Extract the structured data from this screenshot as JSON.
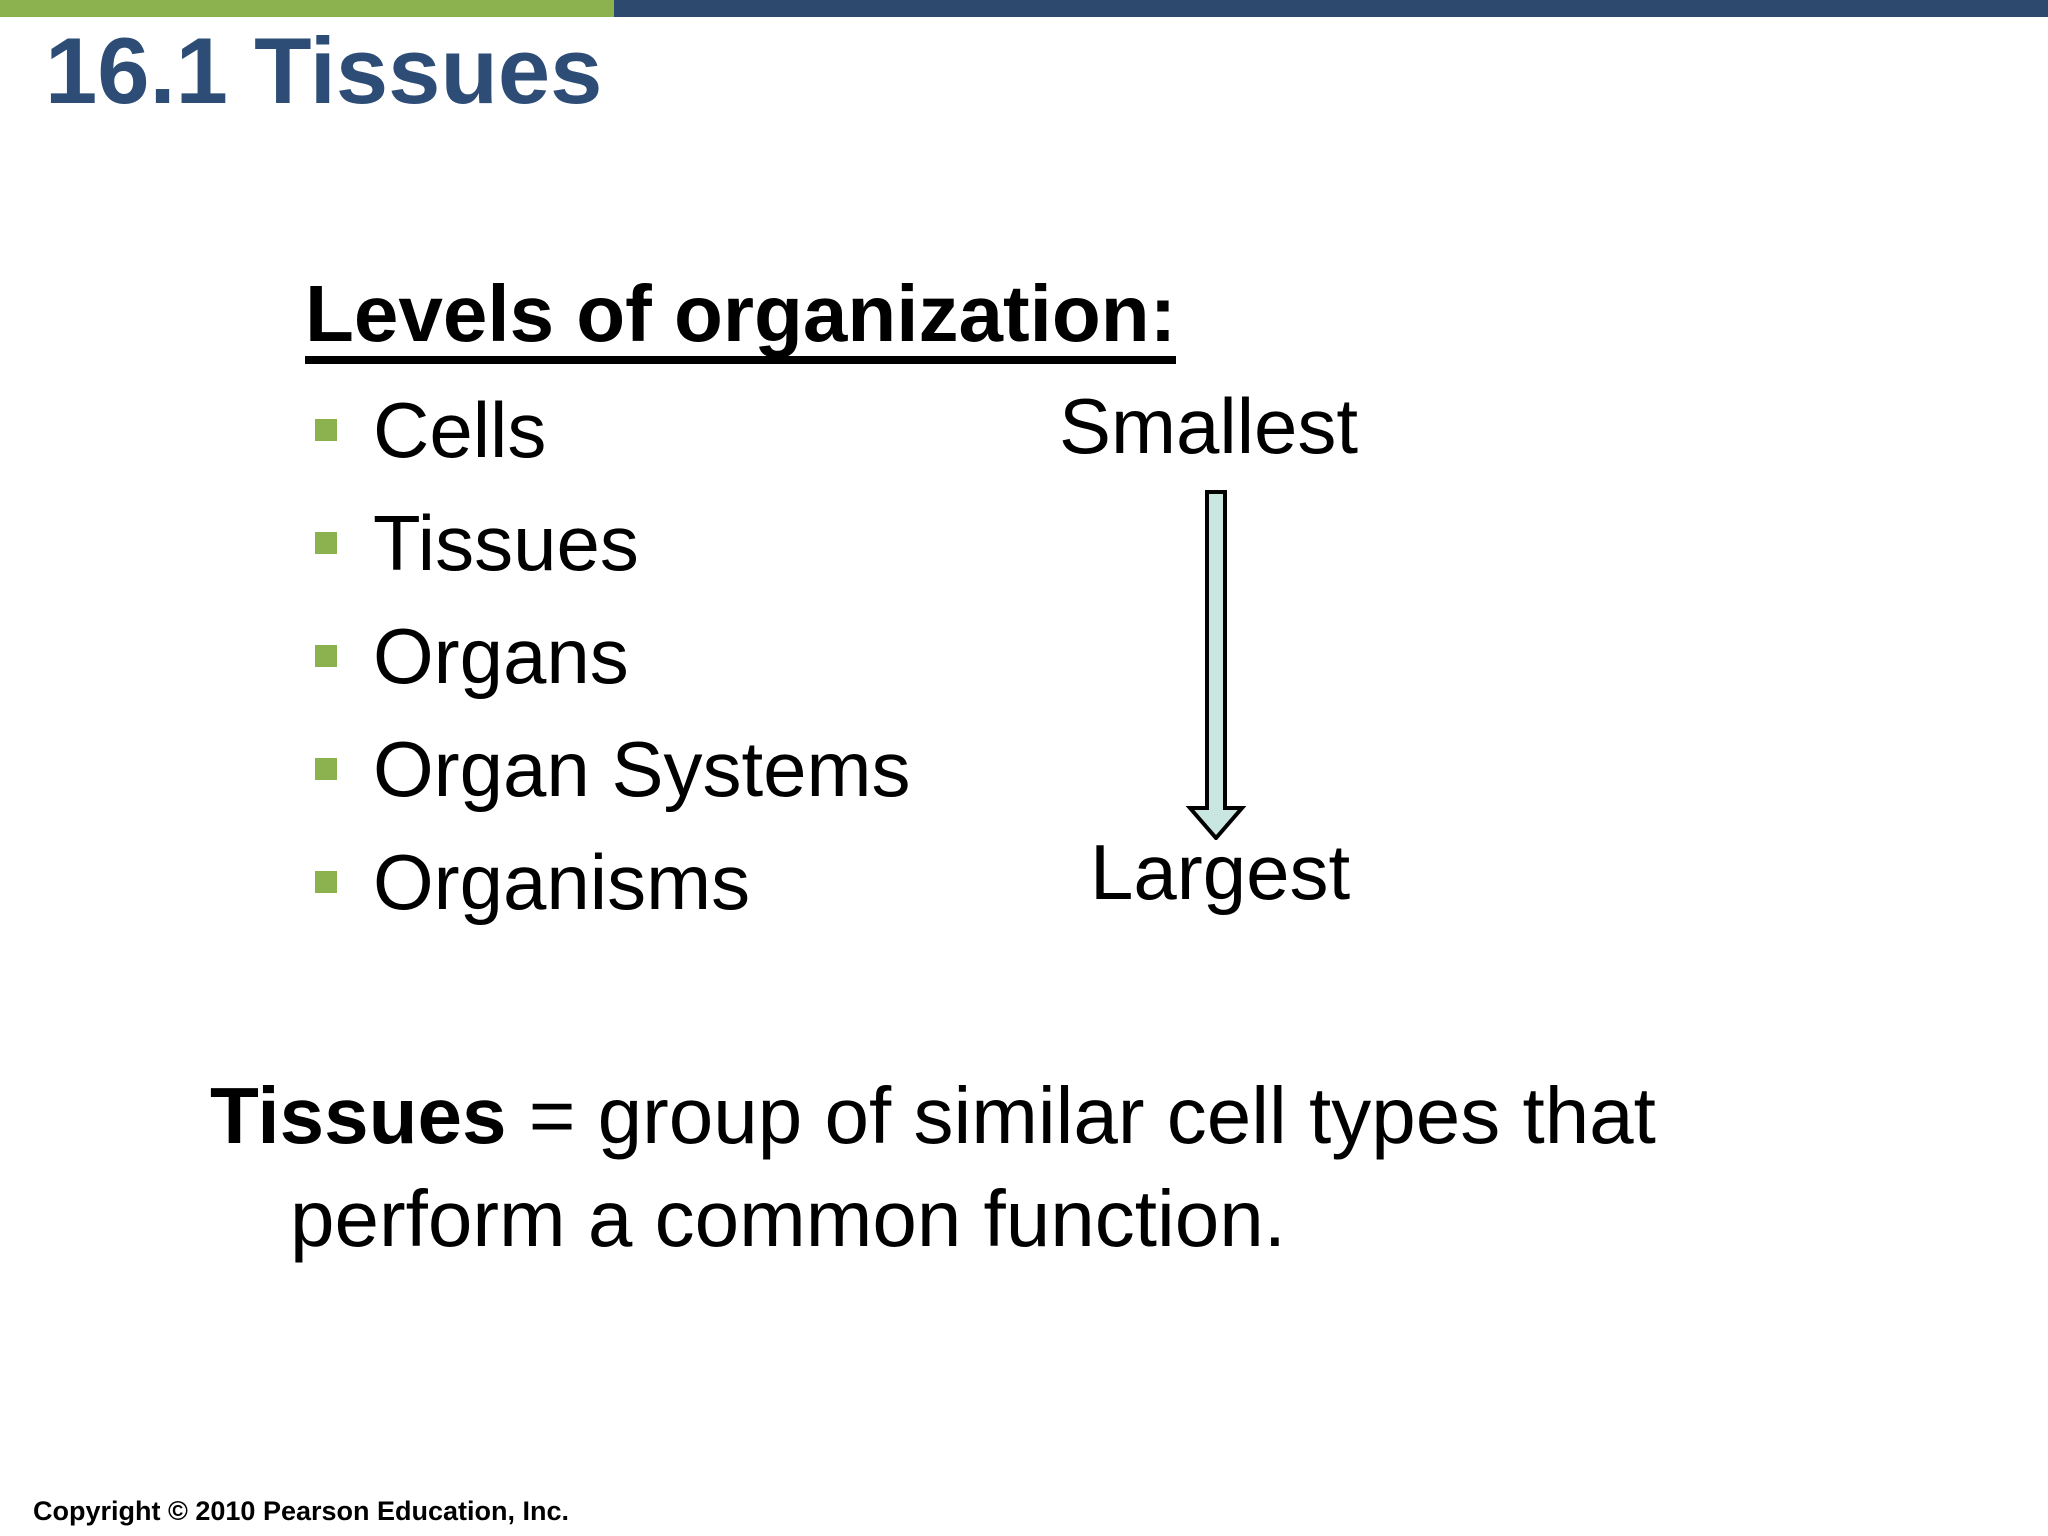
{
  "colors": {
    "accent_green": "#8cb14f",
    "bar_navy": "#2d4a6e",
    "title_navy": "#2e4d76",
    "arrow_fill": "#c9e6e1",
    "text_color": "#000000"
  },
  "header": {
    "title": "16.1 Tissues"
  },
  "content": {
    "heading": "Levels of organization:",
    "list": {
      "items": [
        "Cells",
        "Tissues",
        "Organs",
        "Organ Systems",
        "Organisms"
      ]
    },
    "scale": {
      "top_label": "Smallest",
      "bottom_label": "Largest",
      "arrow_direction": "down"
    },
    "definition": {
      "term": "Tissues",
      "line1_rest": " = group of similar cell types that",
      "line2": "perform a common function."
    }
  },
  "footer": {
    "copyright": "Copyright © 2010 Pearson Education, Inc."
  }
}
